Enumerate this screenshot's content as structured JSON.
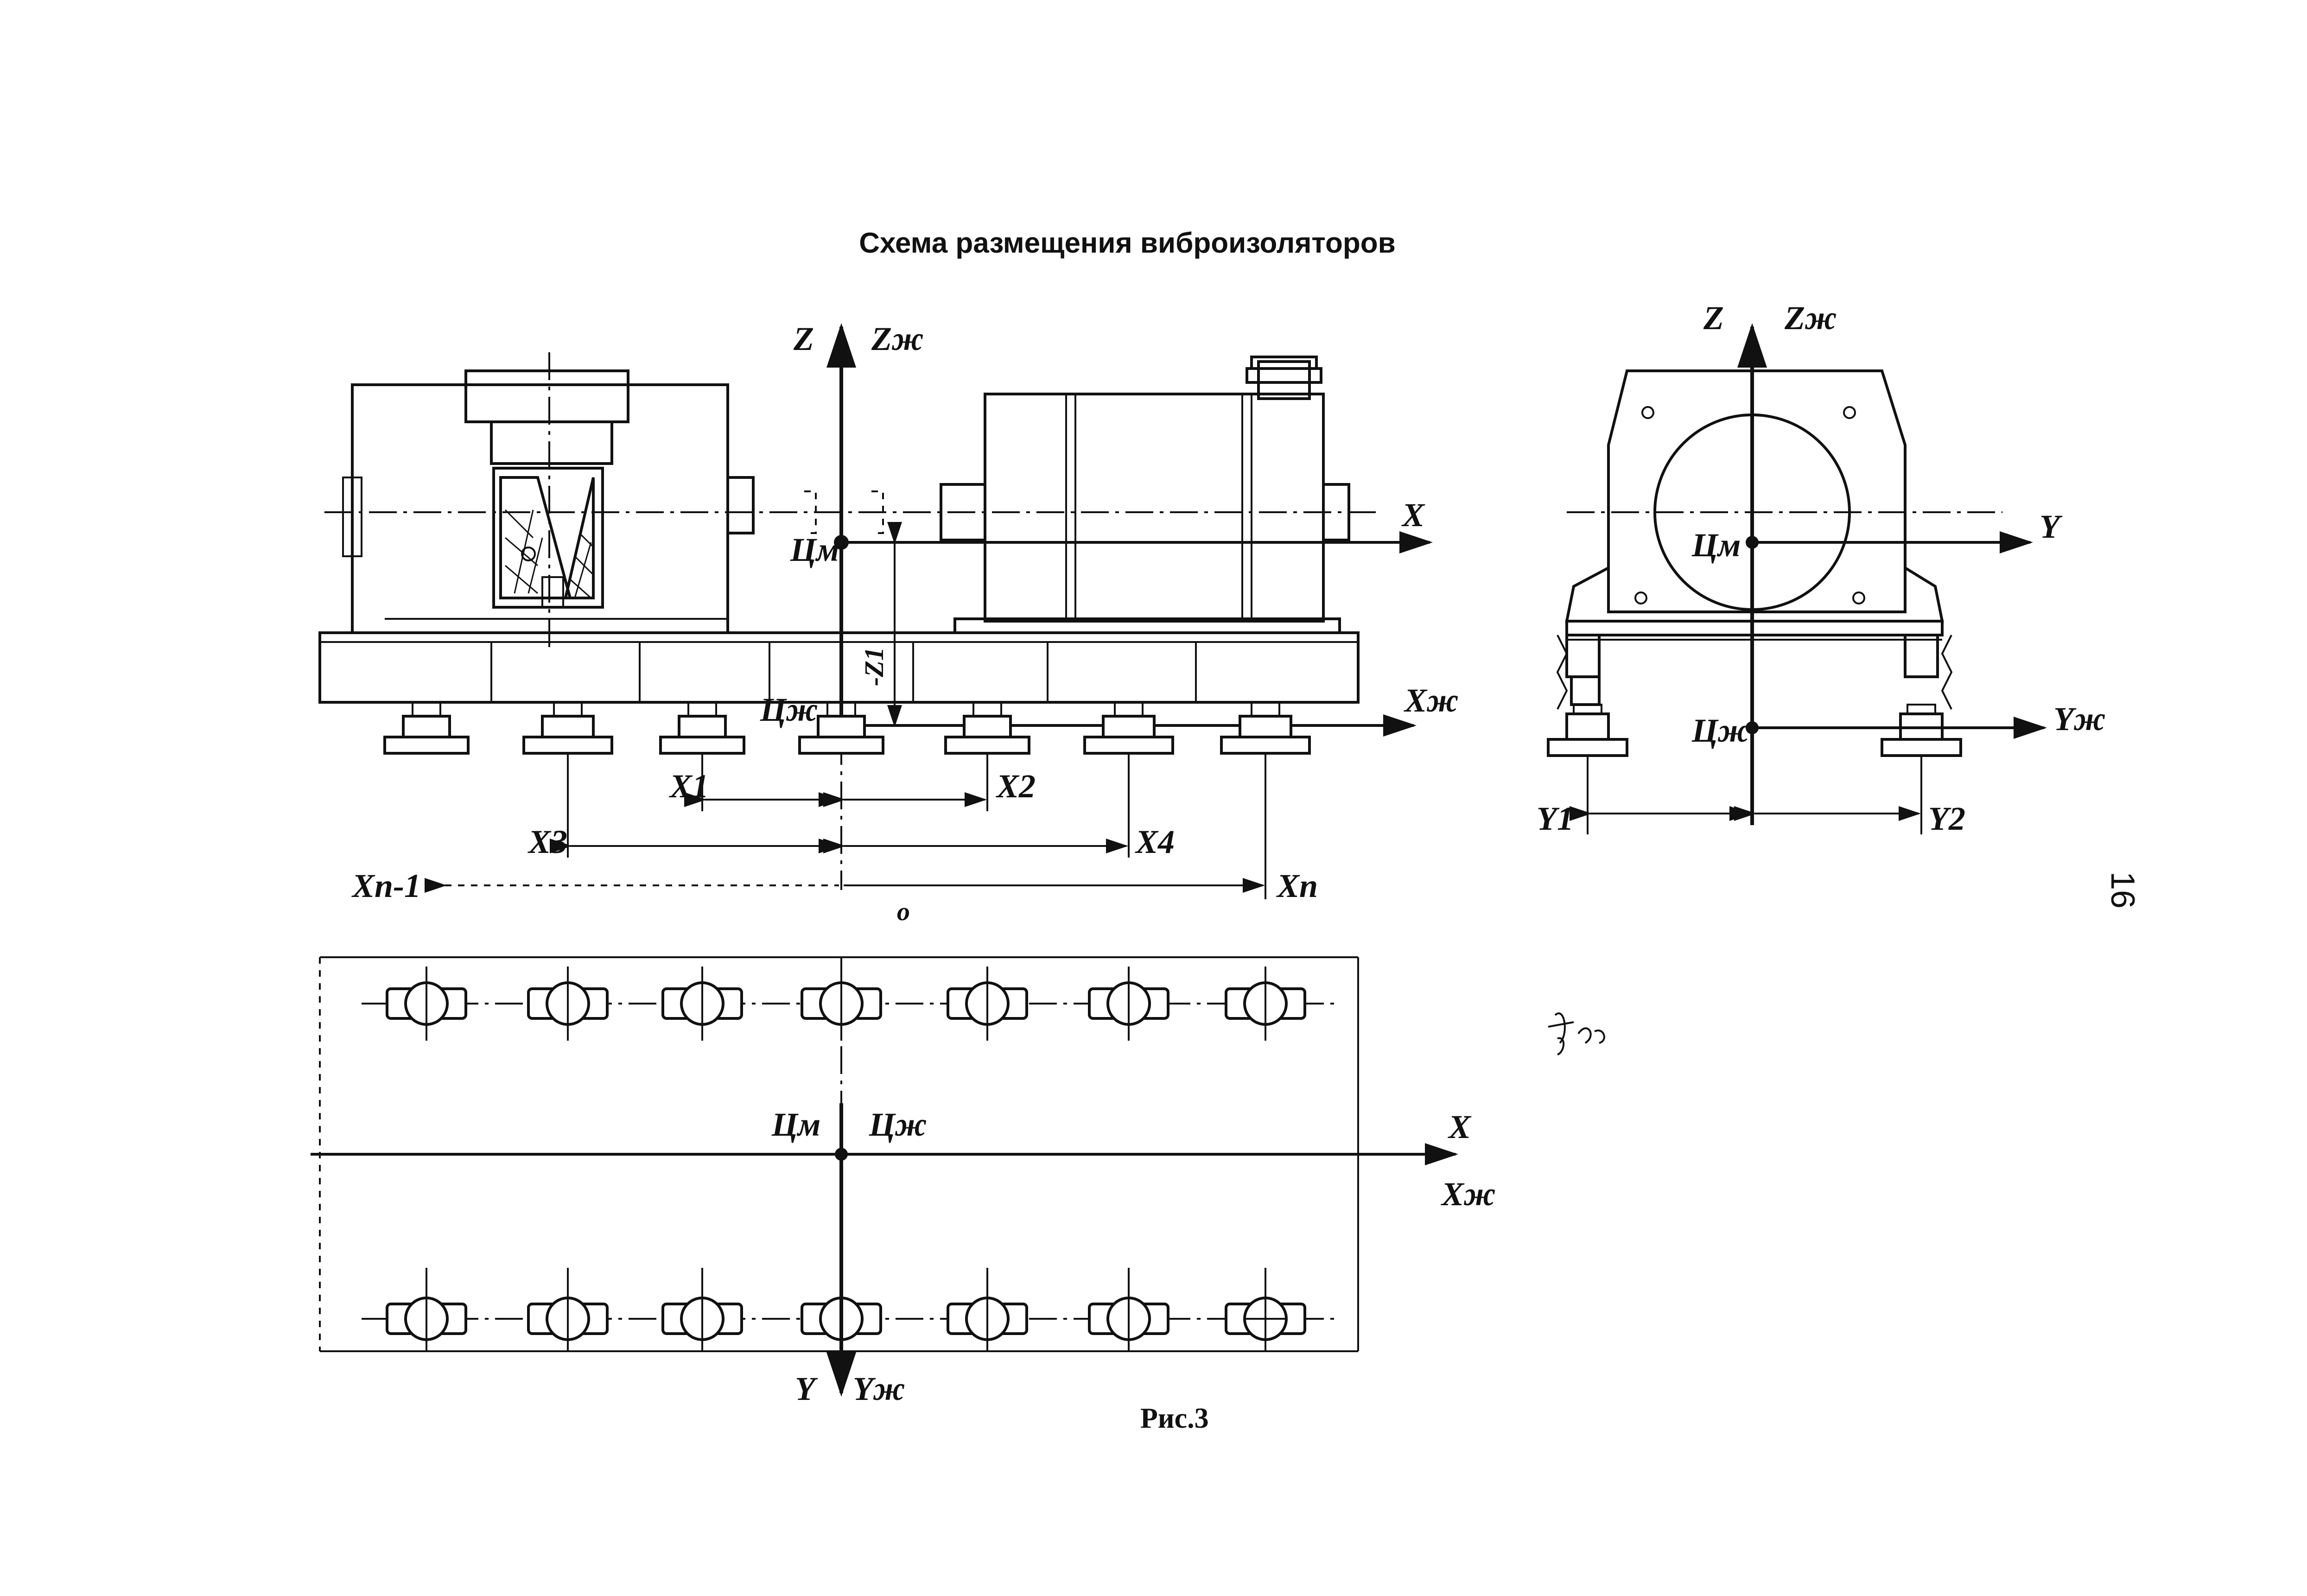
{
  "title": "Схема размещения виброизоляторов",
  "caption": "Рис.3",
  "page_number": "16",
  "side_view": {
    "axis_z": "Z",
    "axis_z_zh": "Zж",
    "axis_x": "X",
    "axis_x_zh": "Xж",
    "cm": "Цм",
    "czh": "Цж",
    "z_dim": "-Z1",
    "x1": "X1",
    "x2": "X2",
    "x3": "X3",
    "x4": "X4",
    "xn_1": "Xn-1",
    "xn": "Xn",
    "origin": "o"
  },
  "end_view": {
    "axis_z": "Z",
    "axis_z_zh": "Zж",
    "axis_y": "Y",
    "axis_y_zh": "Yж",
    "cm": "Цм",
    "czh": "Цж",
    "y1": "Y1",
    "y2": "Y2"
  },
  "plan_view": {
    "cm": "Цм",
    "czh": "Цж",
    "axis_x": "X",
    "axis_x_zh": "Xж",
    "axis_y": "Y",
    "axis_y_zh": "Yж"
  }
}
